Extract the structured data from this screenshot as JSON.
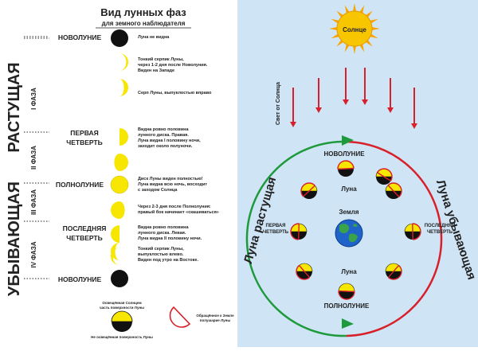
{
  "left": {
    "title": "Вид лунных фаз",
    "subtitle": "для земного наблюдателя",
    "side_growing": "РАСТУЩАЯ",
    "side_waning": "УБЫВАЮЩАЯ",
    "phase_labels": [
      "I ФАЗА",
      "II ФАЗА",
      "III ФАЗА",
      "IV ФАЗА"
    ],
    "rows": [
      {
        "label": [
          "НОВОЛУНИЕ"
        ],
        "desc": [
          "Луна не видна"
        ],
        "illum": 0,
        "waxing": true
      },
      {
        "label": [],
        "desc": [
          "Тонкий серпик Луны,",
          "через 1-2 дня после Новолуния.",
          "Виден на Западе"
        ],
        "illum": 0.12,
        "waxing": true
      },
      {
        "label": [],
        "desc": [
          "Серп Луны, выпуклостью вправо"
        ],
        "illum": 0.25,
        "waxing": true
      },
      {
        "label": [
          "ПЕРВАЯ",
          "ЧЕТВЕРТЬ"
        ],
        "desc": [
          "Видна ровно половина",
          "лунного диска. Правая.",
          "Луна видна I половину ночи,",
          "заходит около полуночи."
        ],
        "illum": 0.5,
        "waxing": true
      },
      {
        "label": [],
        "desc": [],
        "illum": 0.8,
        "waxing": true
      },
      {
        "label": [
          "ПОЛНОЛУНИЕ"
        ],
        "desc": [
          "Диск Луны виден полностью!",
          "Луна видна всю ночь, восходит",
          "с заходом Солнца"
        ],
        "illum": 1,
        "waxing": true
      },
      {
        "label": [],
        "desc": [
          "Через 2-3 дня после Полнолуния:",
          "правый бок начинает «скашиваться»"
        ],
        "illum": 0.8,
        "waxing": false
      },
      {
        "label": [
          "ПОСЛЕДНЯЯ",
          "ЧЕТВЕРТЬ"
        ],
        "desc": [
          "Видна ровно половина",
          "лунного диска. Левая.",
          "Луна видна II половину ночи."
        ],
        "illum": 0.5,
        "waxing": false
      },
      {
        "label": [],
        "desc": [
          "Тонкий серпик Луны,",
          "выпуклостью влево.",
          "Виден под утро на Востоке."
        ],
        "illum": 0.25,
        "waxing": false
      },
      {
        "label": [],
        "desc": [],
        "illum": 0.12,
        "waxing": false
      },
      {
        "label": [
          "НОВОЛУНИЕ"
        ],
        "desc": [],
        "illum": 0,
        "waxing": true
      }
    ],
    "legend_lit": [
      "Освещённая Солнцем",
      "часть поверхности Луны"
    ],
    "legend_dark": "Не освещённая поверхность Луны",
    "legend_facing": [
      "Обращённое к Земле",
      "полушарие Луны"
    ]
  },
  "right": {
    "sun": "Солнце",
    "sunlight": "Свет от Солнца",
    "new_moon": "НОВОЛУНИЕ",
    "full_moon": "ПОЛНОЛУНИЕ",
    "moon_top": "Луна",
    "moon_bottom": "Луна",
    "earth": "Земля",
    "first_quarter": [
      "ПЕРВАЯ",
      "ЧЕТВЕРТЬ"
    ],
    "last_quarter": [
      "ПОСЛЕДНЯЯ",
      "ЧЕТВЕРТЬ"
    ],
    "waxing_arc": "Луна растущая",
    "waning_arc": "Луна убывающая"
  },
  "colors": {
    "moon_lit": "#f7e600",
    "moon_dark": "#111111",
    "arrow_red": "#d8202a",
    "arc_green": "#1d9a3c",
    "sky": "#cfe4f5",
    "sun": "#f7c600"
  }
}
